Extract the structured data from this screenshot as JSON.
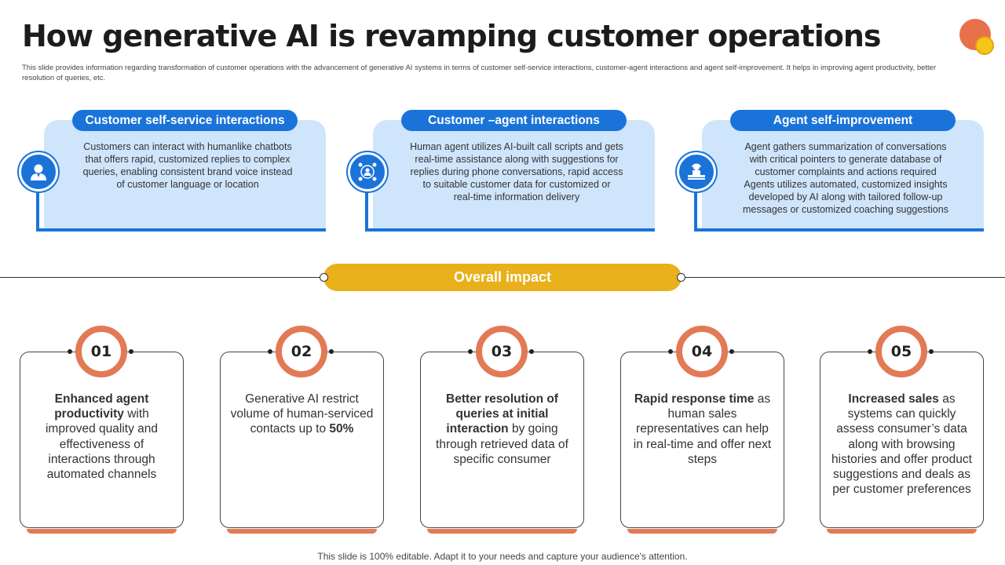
{
  "title": "How generative AI is revamping customer operations",
  "subtitle": "This slide provides information regarding transformation of customer operations with the advancement of generative AI systems in terms of customer self-service interactions, customer-agent interactions and agent self-improvement. It helps in improving agent productivity, better resolution of queries, etc.",
  "colors": {
    "blue": "#1a73d9",
    "light_blue": "#cfe5fb",
    "gold": "#e8b01a",
    "orange": "#e27a55"
  },
  "top_cards": [
    {
      "heading": "Customer self-service  interactions",
      "icon": "customer-person-icon",
      "lines": [
        "Customers can interact with humanlike chatbots",
        "that offers rapid, customized replies to complex",
        "queries, enabling consistent brand voice  instead",
        "of customer language  or location"
      ]
    },
    {
      "heading": "Customer –agent interactions",
      "icon": "network-people-icon",
      "lines": [
        "Human agent utilizes AI-built call scripts and gets",
        "real-time assistance along with suggestions for",
        "replies during phone conversations, rapid access",
        "to suitable customer data for customized or",
        "real-time information  delivery"
      ]
    },
    {
      "heading": "Agent self-improvement",
      "icon": "agent-headset-icon",
      "lines": [
        "Agent gathers summarization of conversations",
        "with critical pointers to generate  database of",
        "customer complaints and actions required",
        "Agents utilizes automated, customized insights",
        "developed  by AI along with tailored follow-up",
        "messages or customized coaching suggestions"
      ]
    }
  ],
  "impact_label": "Overall impact",
  "impacts": [
    {
      "number": "01",
      "bold": "Enhanced agent productivity",
      "rest": " with improved quality and effectiveness of interactions through automated channels"
    },
    {
      "number": "02",
      "rest": "Generative AI restrict volume  of human-serviced contacts up to ",
      "bold_end": "50%"
    },
    {
      "number": "03",
      "bold": "Better resolution of queries at initial interaction",
      "rest": " by going through retrieved data of specific consumer"
    },
    {
      "number": "04",
      "bold": "Rapid response time",
      "rest": " as human sales representatives can help in real-time and offer next steps"
    },
    {
      "number": "05",
      "bold": "Increased sales",
      "rest": " as systems can quickly assess consumer’s data along with browsing histories and offer product suggestions and deals as per customer preferences"
    }
  ],
  "footer": "This slide is 100% editable. Adapt it to your needs and capture your audience's attention."
}
